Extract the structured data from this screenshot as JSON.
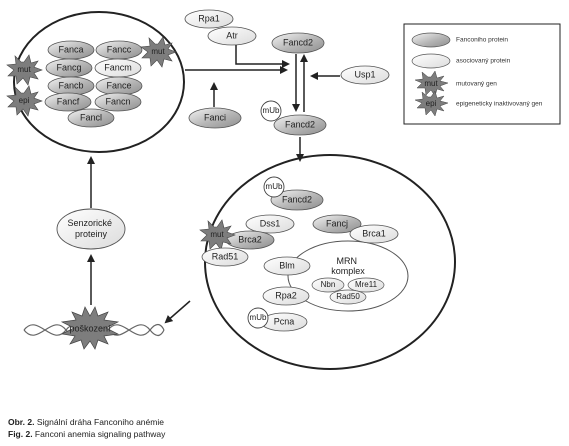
{
  "proteins": {
    "fanca": "Fanca",
    "fancg": "Fancg",
    "fancb": "Fancb",
    "fancf": "Fancf",
    "fancl": "Fancl",
    "fancc": "Fancc",
    "fancm": "Fancm",
    "fance": "Fance",
    "fancn": "Fancn",
    "rpa1": "Rpa1",
    "atr": "Atr",
    "fancd2_top": "Fancd2",
    "usp1": "Usp1",
    "fanci": "Fanci",
    "fancd2_mid": "Fancd2",
    "fancd2_low": "Fancd2",
    "dss1": "Dss1",
    "brca2": "Brca2",
    "rad51": "Rad51",
    "fancj": "Fancj",
    "brca1": "Brca1",
    "blm": "Blm",
    "rpa2": "Rpa2",
    "pcna": "Pcna",
    "mrn_title": "MRN\nkomplex",
    "nbn": "Nbn",
    "mre11": "Mre11",
    "rad50": "Rad50"
  },
  "badges": {
    "mut": "mut",
    "epi": "epi",
    "mub": "mUb"
  },
  "nodes": {
    "sensor": "Senzorické\nproteiny",
    "damage": "poškození"
  },
  "legend": {
    "fanconi_protein": "Fanconiho protein",
    "associated_protein": "asociovaný protein",
    "mutated_gene": "mutovaný gen",
    "epigenetic_gene": "epigeneticky inaktivovaný gen"
  },
  "caption": {
    "cz_label": "Obr. 2.",
    "cz_text": " Signální dráha Fanconiho anémie",
    "en_label": "Fig. 2.",
    "en_text": " Fanconi anemia signaling pathway"
  },
  "colors": {
    "dark_grad": "#9a9a9a",
    "light_fill": "#eeeeee",
    "outline": "#555555",
    "burst": "#7a7a7a"
  }
}
